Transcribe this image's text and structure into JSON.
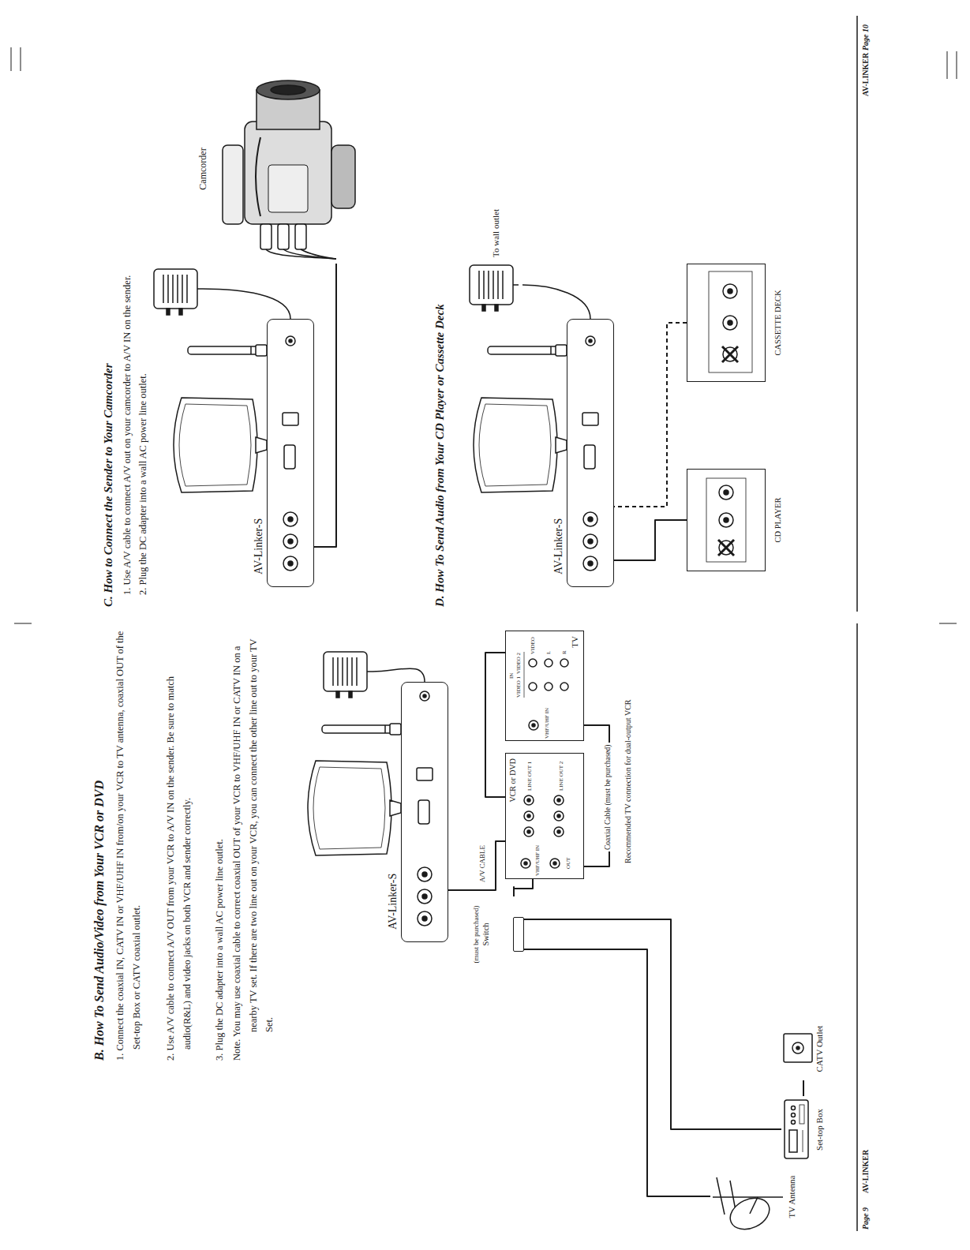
{
  "diagram": {
    "nodes": [
      {
        "text": [
          "AV-Linker-S"
        ]
      },
      {
        "text": [
          "VCR or DVD"
        ]
      },
      {
        "text": [
          "(must be purchased)",
          "Switch"
        ]
      },
      {
        "text": [
          "TV"
        ]
      },
      {
        "text": [
          "TV Antenna"
        ]
      },
      {
        "text": [
          "Set-top Box"
        ]
      },
      {
        "text": [
          "CATV Outlet"
        ]
      },
      {
        "text": [
          "AV-Linker-S"
        ]
      },
      {
        "text": [
          "Camcorder"
        ]
      },
      {
        "text": [
          "AV-Linker-S"
        ]
      },
      {
        "text": [
          "CD PLAYER"
        ]
      },
      {
        "text": [
          "CASSETTE DECK"
        ]
      }
    ],
    "edges": [
      {
        "from": 0,
        "to": 1,
        "label": "A/V CABLE",
        "arrow": "none"
      },
      {
        "from": 2,
        "to": 1,
        "arrow": "none"
      },
      {
        "from": 4,
        "to": 2,
        "arrow": "none"
      },
      {
        "from": 5,
        "to": 2,
        "arrow": "none"
      },
      {
        "from": 6,
        "to": 5,
        "arrow": "none"
      },
      {
        "from": 1,
        "to": 3,
        "label": "Coaxial Cable (must be purchased)",
        "arrow": "none"
      },
      {
        "from": 1,
        "to": 3,
        "arrow": "none"
      },
      {
        "from": 8,
        "to": 7,
        "arrow": "none"
      },
      {
        "from": 10,
        "to": 9,
        "arrow": "none"
      },
      {
        "from": 11,
        "to": 9,
        "arrow": "none"
      }
    ],
    "labels": [
      "B. How To Send Audio/Video from Your VCR or DVD",
      "1. Connect the coaxial IN, CATV IN or VHF/UHF IN from/on your VCR to TV antenna, coaxial OUT of the Set-top Box or CATV coaxial outlet.",
      "2. Use A/V cable to connect A/V OUT from your VCR to A/V IN on the sender. Be sure to match audio(R&L) and video jacks on both VCR and sender correctly.",
      "3. Plug the DC adapter into a wall AC power line outlet.",
      "Note. You may use coaxial cable to correct coaxial OUT of your VCR to VHF/UHF IN or CATV IN on a nearby TV set. If there are two line out on your VCR, you can connect the other line out to your TV Set.",
      "VHF/UHF IN",
      "OUT",
      "LINE OUT 1",
      "LINE OUT 2",
      "VHF/UHF IN",
      "IN",
      "VIDEO 1",
      "VIDEO 2",
      "VIDEO",
      "L",
      "R",
      "Recommended TV connection for dual-output VCR",
      "Page 9",
      "AV-LINKER",
      "C. How to Connect the Sender to Your Camcorder",
      "1. Use A/V cable to connect A/V out on your camcorder to A/V IN on the sender.",
      "2. Plug the DC adapter into a wall AC power line outlet.",
      "D. How To Send Audio from Your CD Player or Cassette Deck",
      "To wall outlet",
      "AV-LINKER",
      "Page 10"
    ]
  }
}
